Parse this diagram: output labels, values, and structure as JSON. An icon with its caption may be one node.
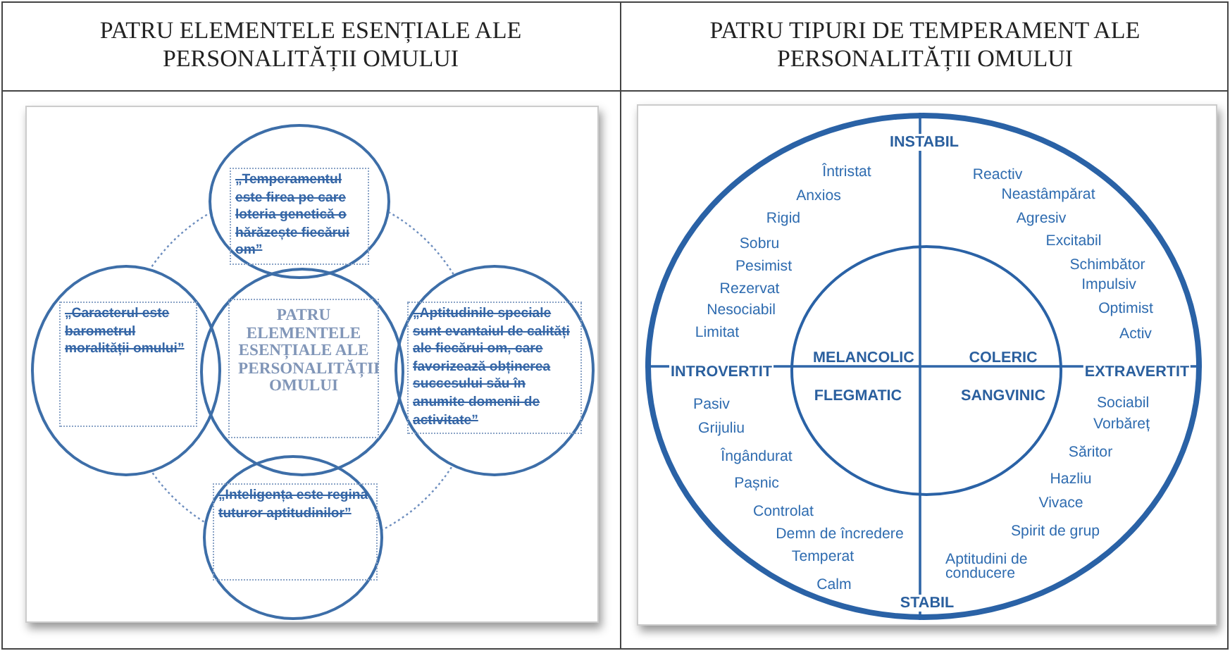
{
  "diagram": {
    "nodes": [
      {
        "text": [
          "„Temperamentul este firea pe care loteria genetică o hărăzește fiecărui om”"
        ]
      },
      {
        "text": [
          "„Caracterul este barometrul moralității omului”"
        ]
      },
      {
        "text": [
          "PATRU ELEMENTELE ESENȚIALE ALE PERSONALITĂȚII OMULUI"
        ]
      },
      {
        "text": [
          "„Aptitudinile speciale sunt evantaiul de calități ale fiecărui om, care favorizează obținerea succesului său în anumite domenii de activitate”"
        ]
      },
      {
        "text": [
          "„Inteligența este regina tuturor aptitudinilor”"
        ]
      },
      {
        "text": [
          "INSTABIL",
          "Întristat",
          "Anxios",
          "Rigid",
          "Sobru",
          "Pesimist",
          "Rezervat",
          "Nesociabil",
          "Limitat",
          "Reactiv",
          "Neastâmpărat",
          "Agresiv",
          "Excitabil",
          "Schimbător",
          "Impulsiv",
          "Optimist",
          "Activ",
          "INTROVERTIT",
          "EXTRAVERTIT",
          "Pasiv",
          "Grijuliu",
          "Îngândurat",
          "Pașnic",
          "Controlat",
          "Demn de încredere",
          "Temperat",
          "Calm",
          "Sociabil",
          "Vorbăreț",
          "Săritor",
          "Hazliu",
          "Vivace",
          "Spirit de grup",
          "Aptitudini de conducere",
          "STABIL"
        ]
      },
      {
        "text": [
          "MELANCOLIC",
          "COLERIC",
          "FLEGMATIC",
          "SANGVINIC"
        ],
        "in": 5
      }
    ],
    "labels": [
      "PATRU ELEMENTELE ESENȚIALE ALE PERSONALITĂȚII OMULUI",
      "PATRU TIPURI DE TEMPERAMENT ALE PERSONALITĂȚII OMULUI"
    ]
  }
}
